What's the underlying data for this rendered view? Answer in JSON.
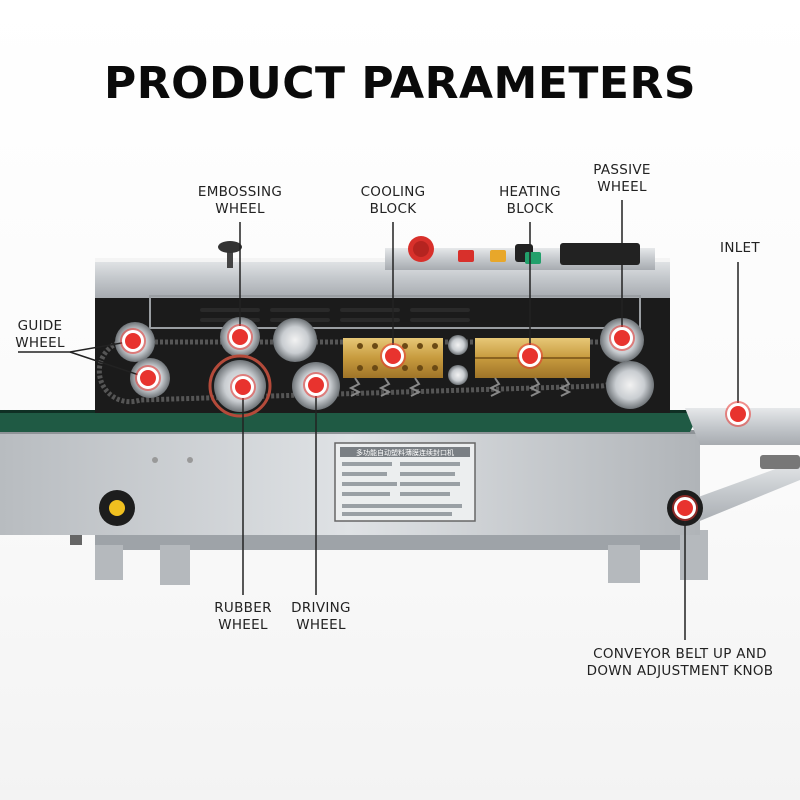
{
  "title": "PRODUCT PARAMETERS",
  "colors": {
    "marker": "#e8332e",
    "leader": "#222222",
    "belt": "#1f5a44",
    "brass": "#c9a24b",
    "steel": "#c8ccd0"
  },
  "labels": {
    "embossing_wheel": [
      "EMBOSSING",
      "WHEEL"
    ],
    "cooling_block": [
      "COOLING",
      "BLOCK"
    ],
    "heating_block": [
      "HEATING",
      "BLOCK"
    ],
    "passive_wheel": [
      "PASSIVE",
      "WHEEL"
    ],
    "inlet": [
      "INLET"
    ],
    "guide_wheel": [
      "GUIDE",
      "WHEEL"
    ],
    "rubber_wheel": [
      "RUBBER",
      "WHEEL"
    ],
    "driving_wheel": [
      "DRIVING",
      "WHEEL"
    ],
    "conveyor_knob": [
      "CONVEYOR BELT UP AND",
      "DOWN ADJUSTMENT KNOB"
    ]
  },
  "nameplate_text": "多功能自动塑料薄膜连续封口机"
}
